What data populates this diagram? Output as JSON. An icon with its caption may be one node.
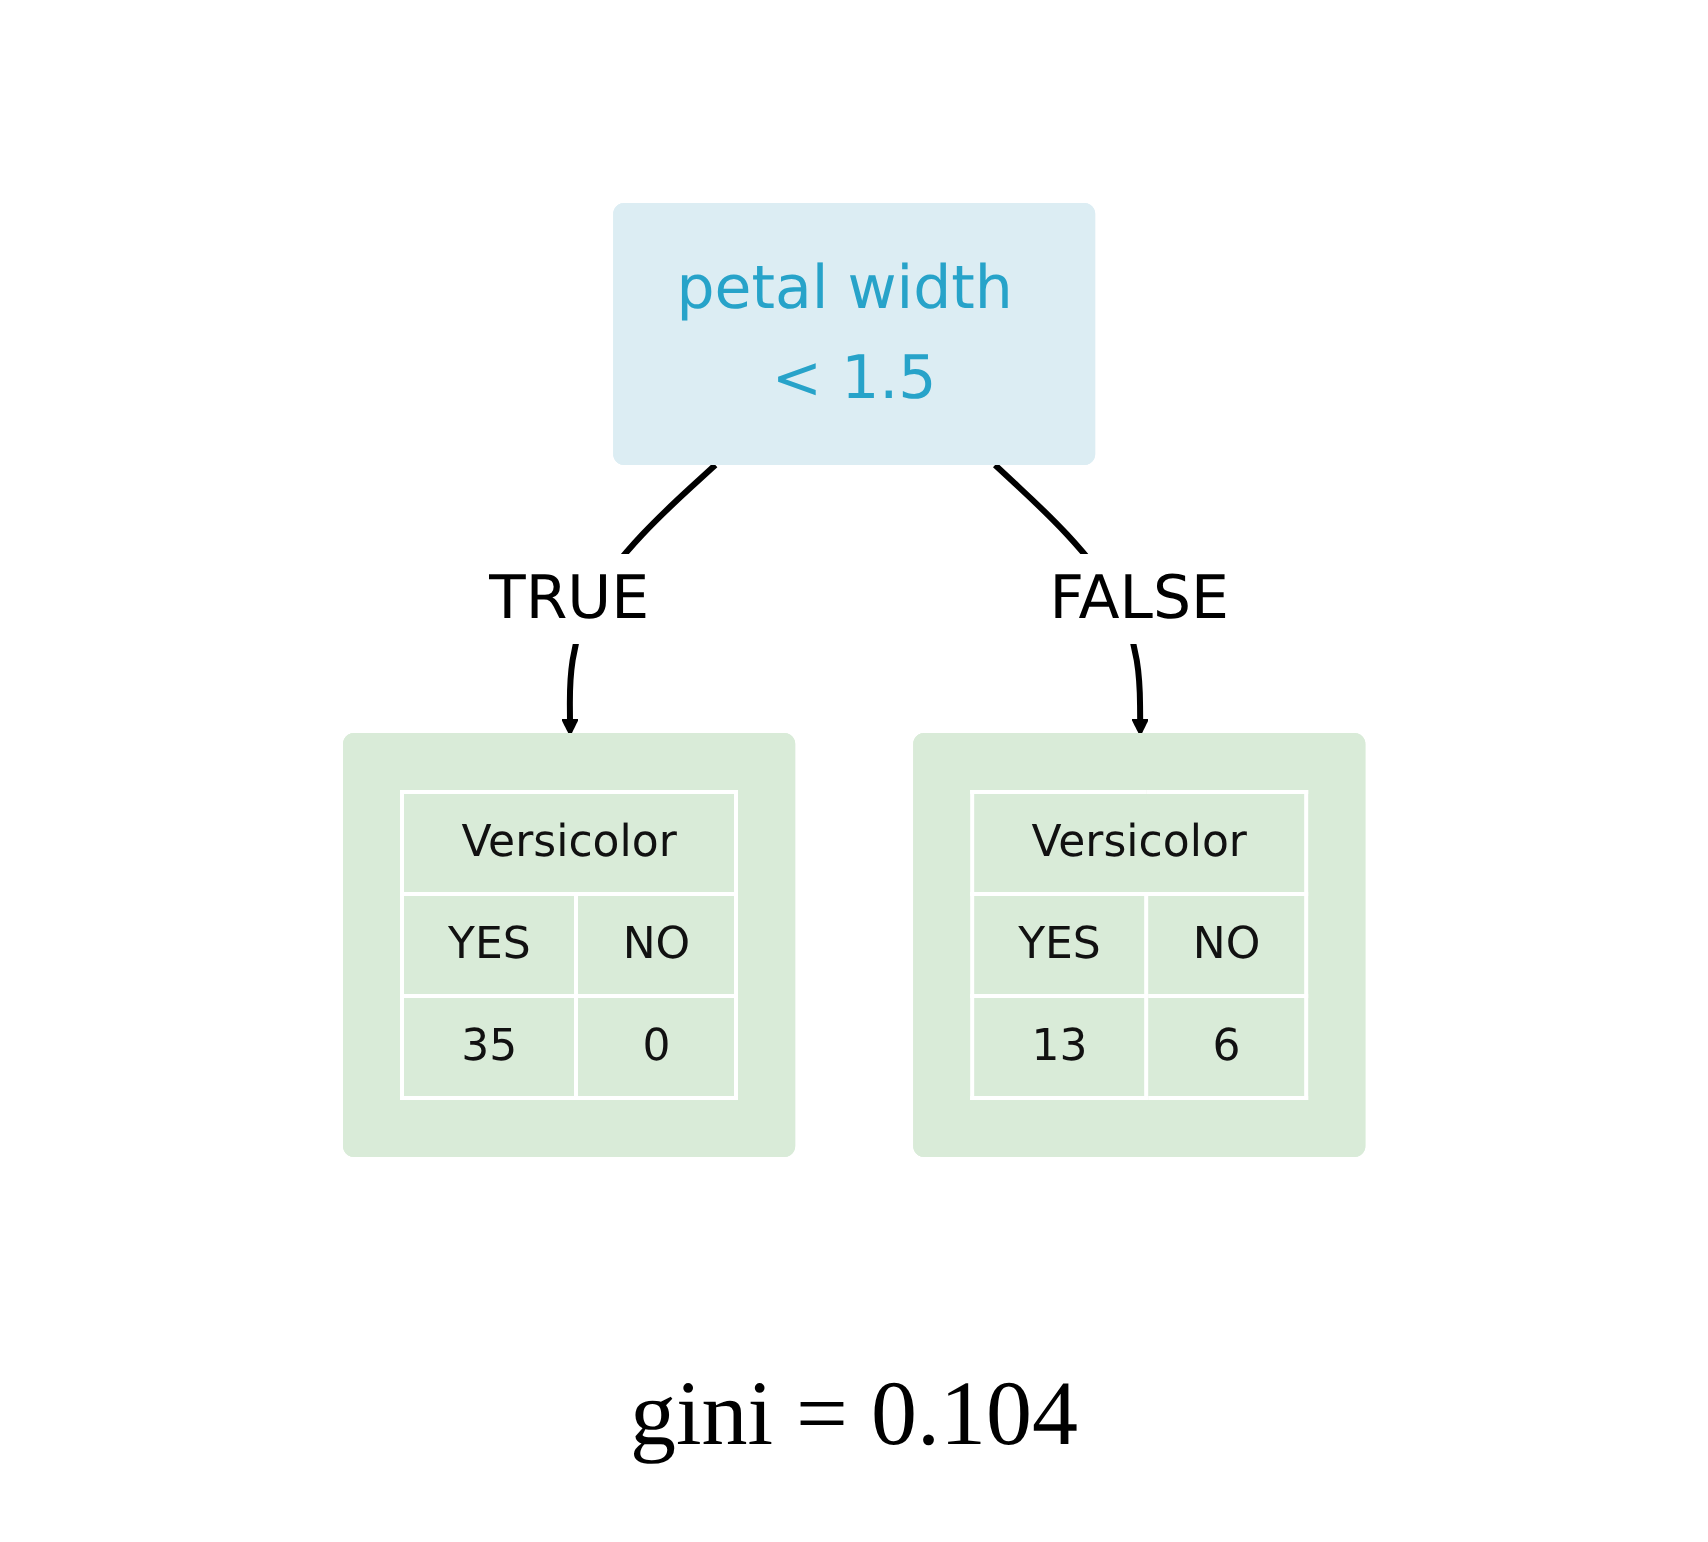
{
  "diagram": {
    "caption": "gini = 0.104",
    "nodes": [
      {
        "text": [
          "petal width < 1.5"
        ]
      },
      {
        "text": [
          "Versicolor",
          "YES",
          "NO",
          "35",
          "0"
        ]
      },
      {
        "text": [
          "Versicolor",
          "YES",
          "NO",
          "13",
          "6"
        ]
      }
    ],
    "edges": [
      {
        "from": 0,
        "to": 1,
        "arrow": "to",
        "label": "TRUE"
      },
      {
        "from": 0,
        "to": 2,
        "arrow": "to",
        "label": "FALSE"
      }
    ]
  }
}
